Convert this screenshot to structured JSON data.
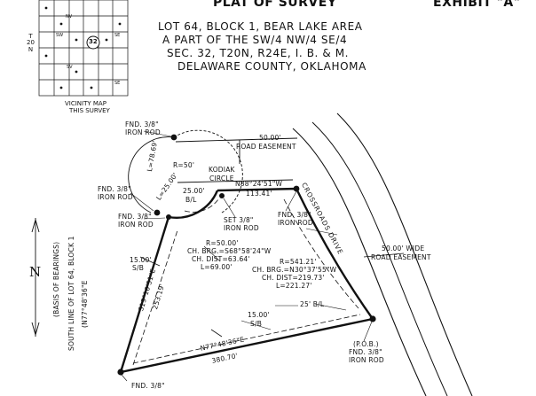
{
  "header": {
    "title": "PLAT OF SURVEY",
    "exhibit": "EXHIBIT \"A\""
  },
  "legal_description": [
    "LOT 64, BLOCK 1, BEAR LAKE AREA",
    "A PART OF THE SW/4 NW/4 SE/4",
    "SEC. 32, T20N, R24E, I. B. & M.",
    "DELAWARE COUNTY, OKLAHOMA"
  ],
  "vicinity_map": {
    "township_label": "T\n20\nN",
    "section_number": "32",
    "small_labels": [
      "NV",
      "SW",
      "SE",
      "SV",
      "SE"
    ],
    "caption": [
      "VICINITY MAP",
      "THIS SURVEY"
    ]
  },
  "easements": {
    "top": [
      "50.00'",
      "ROAD EASEMENT"
    ],
    "wide": [
      "50.00' WIDE",
      "ROAD EASEMENT"
    ]
  },
  "roads": {
    "kodiak": [
      "KODIAK",
      "CIRCLE"
    ],
    "crossroads": "CROSSROADS DRIVE"
  },
  "monuments": {
    "top_left_fnd": [
      "FND. 3/8\"",
      "IRON ROD"
    ],
    "left_fnd": [
      "FND. 3/8\"",
      "IRON ROD"
    ],
    "mid_left_fnd": [
      "FND. 3/8\"",
      "IRON ROD"
    ],
    "set_rod": [
      "SET 3/8\"",
      "IRON ROD"
    ],
    "right_fnd": [
      "FND. 3/8\"",
      "IRON ROD"
    ],
    "pob": [
      "(P.O.B.)",
      "FND. 3/8\"",
      "IRON ROD"
    ],
    "bottom_fnd": "FND. 3/8\""
  },
  "curves": {
    "kodiak": {
      "radius": "R=50'",
      "length": "L=78.69'"
    },
    "lot_curve": [
      "R=50.00'",
      "CH. BRG.=S68°58'24\"W",
      "CH. DIST=63.64'",
      "L=69.00'"
    ],
    "road_curve": [
      "R=541.21'",
      "CH. BRG.=N30°37'55\"W",
      "CH. DIST=219.73'",
      "L=221.27'"
    ]
  },
  "lines": {
    "north_bearing": "N88°24'51\"W",
    "north_dist": "113.41'",
    "south_bearing": "N77°48'36\"E",
    "south_dist": "380.70'",
    "west_bearing": "S19°10'51\"E",
    "west_dist": "253.19'"
  },
  "setbacks": {
    "top_bl": "25.00'",
    "top_bl2": "B/L",
    "left_bl": "L=25.00'",
    "west_sb": [
      "15.00'",
      "S/B"
    ],
    "south_sb": [
      "15.00'",
      "S/B"
    ],
    "east_bl": "25' B/L"
  },
  "basis_of_bearings": [
    "(BASIS OF BEARINGS)",
    "SOUTH LINE OF LOT 64, BLOCK 1",
    "(N77°48'36\"E"
  ],
  "north_arrow": "N"
}
